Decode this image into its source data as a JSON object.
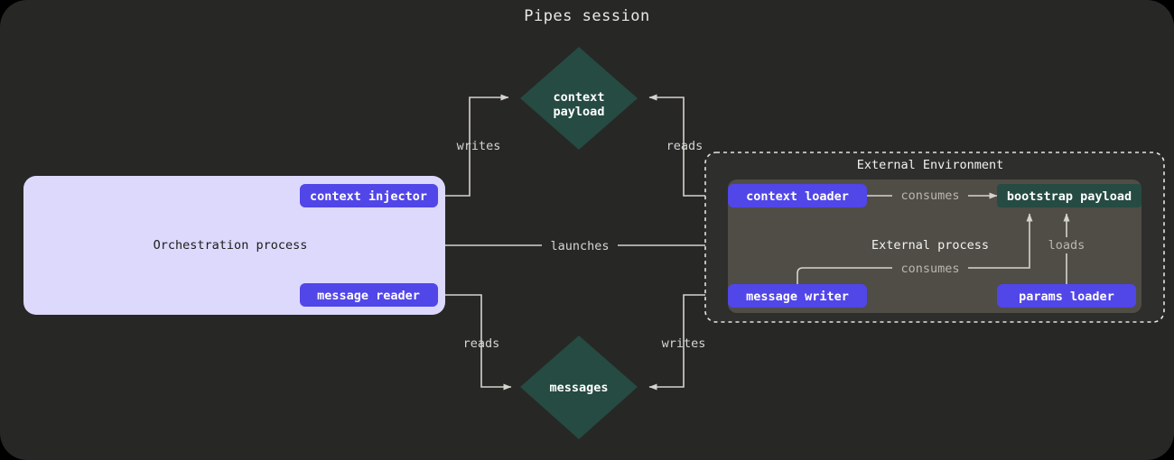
{
  "title": "Pipes session",
  "colors": {
    "canvas_background": "#272726",
    "orchestration_panel": "#dcd9fd",
    "purple_pill": "#5146e8",
    "teal_shape": "#254b42",
    "external_process_box": "#4f4d46",
    "edge_stroke": "#d5d3cd",
    "dashed_border": "#e6e4de"
  },
  "orchestration": {
    "label": "Orchestration process",
    "nodes": [
      {
        "id": "context-injector",
        "label": "context injector",
        "shape": "pill",
        "color": "#5146e8"
      },
      {
        "id": "message-reader",
        "label": "message reader",
        "shape": "pill",
        "color": "#5146e8"
      }
    ]
  },
  "external_environment": {
    "label": "External Environment",
    "process": {
      "label": "External process",
      "nodes": [
        {
          "id": "context-loader",
          "label": "context loader",
          "shape": "pill",
          "color": "#5146e8"
        },
        {
          "id": "bootstrap-payload",
          "label": "bootstrap payload",
          "shape": "rounded-rect",
          "color": "#254b42"
        },
        {
          "id": "message-writer",
          "label": "message writer",
          "shape": "pill",
          "color": "#5146e8"
        },
        {
          "id": "params-loader",
          "label": "params loader",
          "shape": "pill",
          "color": "#5146e8"
        }
      ],
      "edges": [
        {
          "from": "context-loader",
          "to": "bootstrap-payload",
          "label": "consumes"
        },
        {
          "from": "message-writer",
          "to": "bootstrap-payload",
          "label": "consumes"
        },
        {
          "from": "params-loader",
          "to": "bootstrap-payload",
          "label": "loads"
        }
      ]
    }
  },
  "stores": [
    {
      "id": "context-payload",
      "label_line1": "context",
      "label_line2": "payload",
      "shape": "diamond",
      "color": "#254b42"
    },
    {
      "id": "messages",
      "label_line1": "messages",
      "label_line2": "",
      "shape": "diamond",
      "color": "#254b42"
    }
  ],
  "edges": [
    {
      "id": "edge-writes-context",
      "from": "context-injector",
      "to": "context-payload",
      "label": "writes"
    },
    {
      "id": "edge-reads-context",
      "from": "context-loader",
      "to": "context-payload",
      "label": "reads"
    },
    {
      "id": "edge-launches",
      "from": "orchestration-process",
      "to": "external-process",
      "label": "launches"
    },
    {
      "id": "edge-reads-messages",
      "from": "message-reader",
      "to": "messages",
      "label": "reads"
    },
    {
      "id": "edge-writes-messages",
      "from": "message-writer",
      "to": "messages",
      "label": "writes"
    }
  ]
}
